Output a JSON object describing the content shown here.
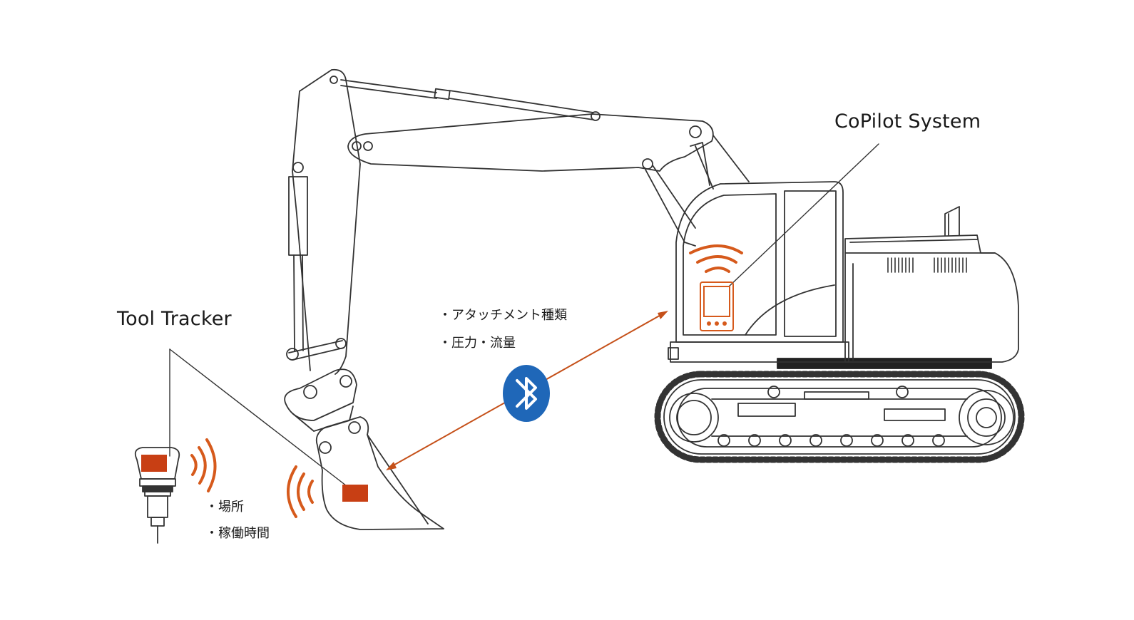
{
  "labels": {
    "copilot_system": "CoPilot System",
    "tool_tracker": "Tool Tracker"
  },
  "bluetooth_data_list": [
    "・アタッチメント種類",
    "・圧力・流量"
  ],
  "tool_tracker_data_list": [
    "・場所",
    "・稼働時間"
  ],
  "icons": {
    "bluetooth": "bluetooth-icon",
    "wifi_cab": "wifi-signal-icon",
    "signal_tracker": "signal-waves-icon",
    "signal_bucket": "signal-waves-icon"
  },
  "colors": {
    "accent_orange": "#d65a1c",
    "tracker_red": "#c83f14",
    "bluetooth_blue": "#1f67b8",
    "line_gray": "#333333",
    "text": "#1a1a1a"
  }
}
